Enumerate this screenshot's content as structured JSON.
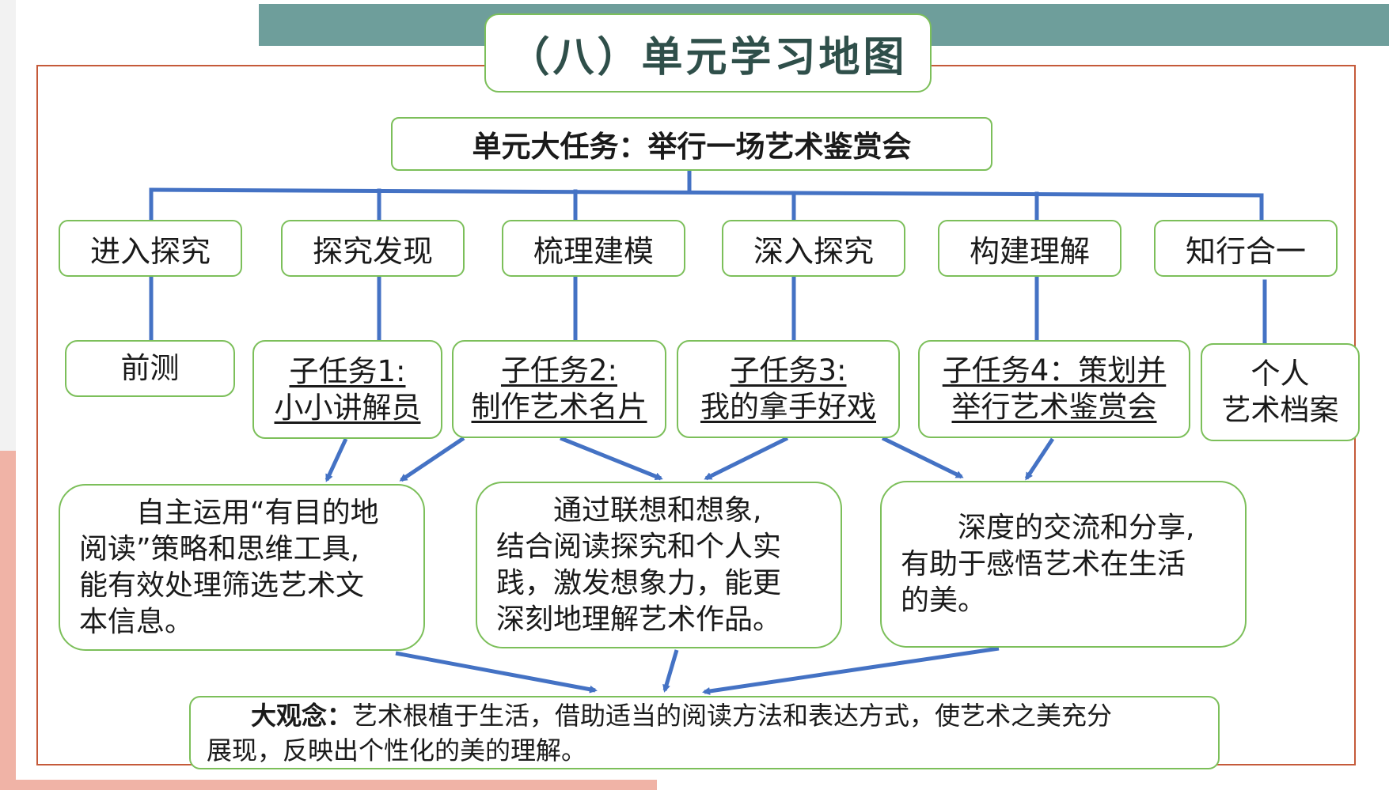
{
  "title": "（八）单元学习地图",
  "main_task": "单元大任务：举行一场艺术鉴赏会",
  "stages": [
    "进入探究",
    "探究发现",
    "梳理建模",
    "深入探究",
    "构建理解",
    "知行合一"
  ],
  "subtasks": [
    {
      "lines": [
        "前测"
      ],
      "underlined": false
    },
    {
      "lines": [
        "子任务1:",
        "小小讲解员"
      ],
      "underlined": true
    },
    {
      "lines": [
        "子任务2:",
        "制作艺术名片"
      ],
      "underlined": true
    },
    {
      "lines": [
        "子任务3:",
        "我的拿手好戏"
      ],
      "underlined": true
    },
    {
      "lines": [
        "子任务4：策划并",
        "举行艺术鉴赏会"
      ],
      "underlined": true
    },
    {
      "lines": [
        "个人",
        "艺术档案"
      ],
      "underlined": false
    }
  ],
  "descriptions": [
    {
      "lines": [
        "　　自主运用“有目的地",
        "阅读”策略和思维工具,",
        "能有效处理筛选艺术文",
        "本信息。"
      ]
    },
    {
      "lines": [
        "　　通过联想和想象,",
        "结合阅读探究和个人实",
        "践，激发想象力，能更",
        "深刻地理解艺术作品。"
      ]
    },
    {
      "lines": [
        "　　深度的交流和分享,",
        "有助于感悟艺术在生活",
        "的美。"
      ]
    }
  ],
  "big_idea": {
    "label": "大观念：",
    "line1": "艺术根植于生活，借助适当的阅读方法和表达方式，使艺术之美充分",
    "line2": "展现，反映出个性化的美的理解。"
  },
  "colors": {
    "box_border": "#7cbf5a",
    "connector": "#4472c4",
    "frame": "#c55a3a",
    "title_text": "#2f4f4a",
    "accent_teal": "#6e9e9b",
    "accent_pink": "#f0b3a6"
  }
}
